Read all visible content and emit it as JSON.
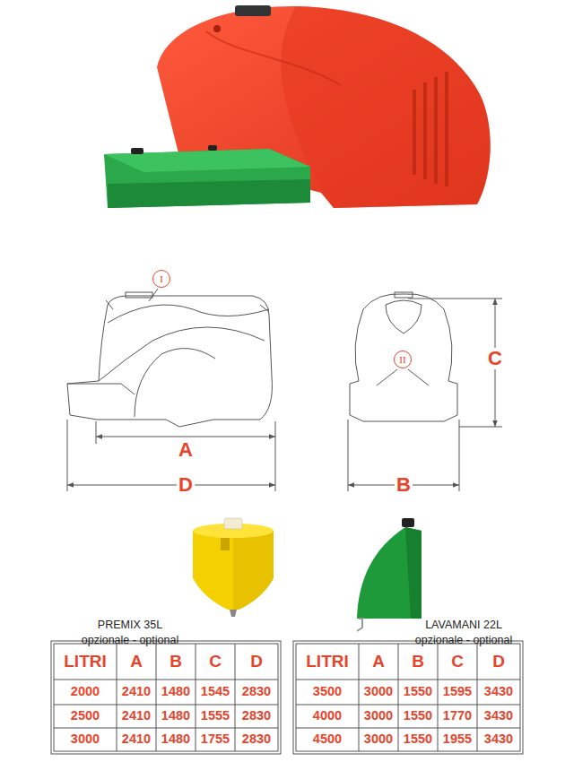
{
  "diagram": {
    "nodes": [
      {
        "text": [
          "I"
        ]
      },
      {
        "text": [
          "II"
        ]
      }
    ],
    "labels": [
      "C",
      "A",
      "D",
      "B",
      "PREMIX 35L",
      "opzionale - optional",
      "LAVAMANI 22L",
      "opzionale - optional",
      "LITRI",
      "A",
      "B",
      "C",
      "D",
      "2000",
      "2410",
      "1480",
      "1545",
      "2830",
      "2500",
      "2410",
      "1480",
      "1555",
      "2830",
      "3000",
      "2410",
      "1480",
      "1755",
      "2830",
      "LITRI",
      "A",
      "B",
      "C",
      "D",
      "3500",
      "3000",
      "1550",
      "1595",
      "3430",
      "4000",
      "3000",
      "1550",
      "1770",
      "3430",
      "4500",
      "3000",
      "1550",
      "1955",
      "3430"
    ]
  }
}
